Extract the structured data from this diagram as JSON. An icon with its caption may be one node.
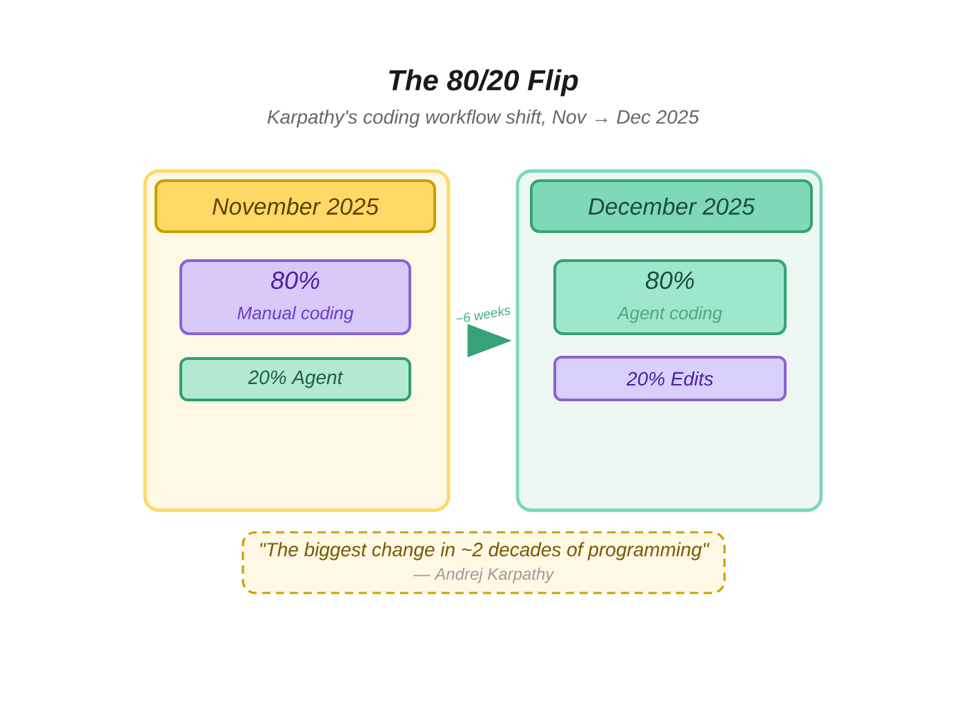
{
  "diagram": {
    "title": "The 80/20 Flip",
    "nodes": [
      {
        "text": [],
        "shape": "box"
      },
      {
        "text": [
          "November 2025"
        ],
        "in": 0
      },
      {
        "text": [
          "80%",
          "Manual coding"
        ],
        "in": 0
      },
      {
        "text": [
          "20% Agent"
        ],
        "in": 0
      },
      {
        "text": [],
        "shape": "box"
      },
      {
        "text": [
          "December 2025"
        ],
        "in": 4
      },
      {
        "text": [
          "80%",
          "Agent coding"
        ],
        "in": 4
      },
      {
        "text": [
          "20% Edits"
        ],
        "in": 4
      },
      {
        "text": [
          "\"The biggest change in ~2 decades of programming\"",
          "— Andrej Karpathy"
        ]
      }
    ],
    "edges": [
      {
        "from": 0,
        "to": 4,
        "arrow": "to",
        "label": "~6 weeks"
      }
    ],
    "labels": [
      "Karpathy's coding workflow shift, Nov → Dec 2025"
    ]
  }
}
